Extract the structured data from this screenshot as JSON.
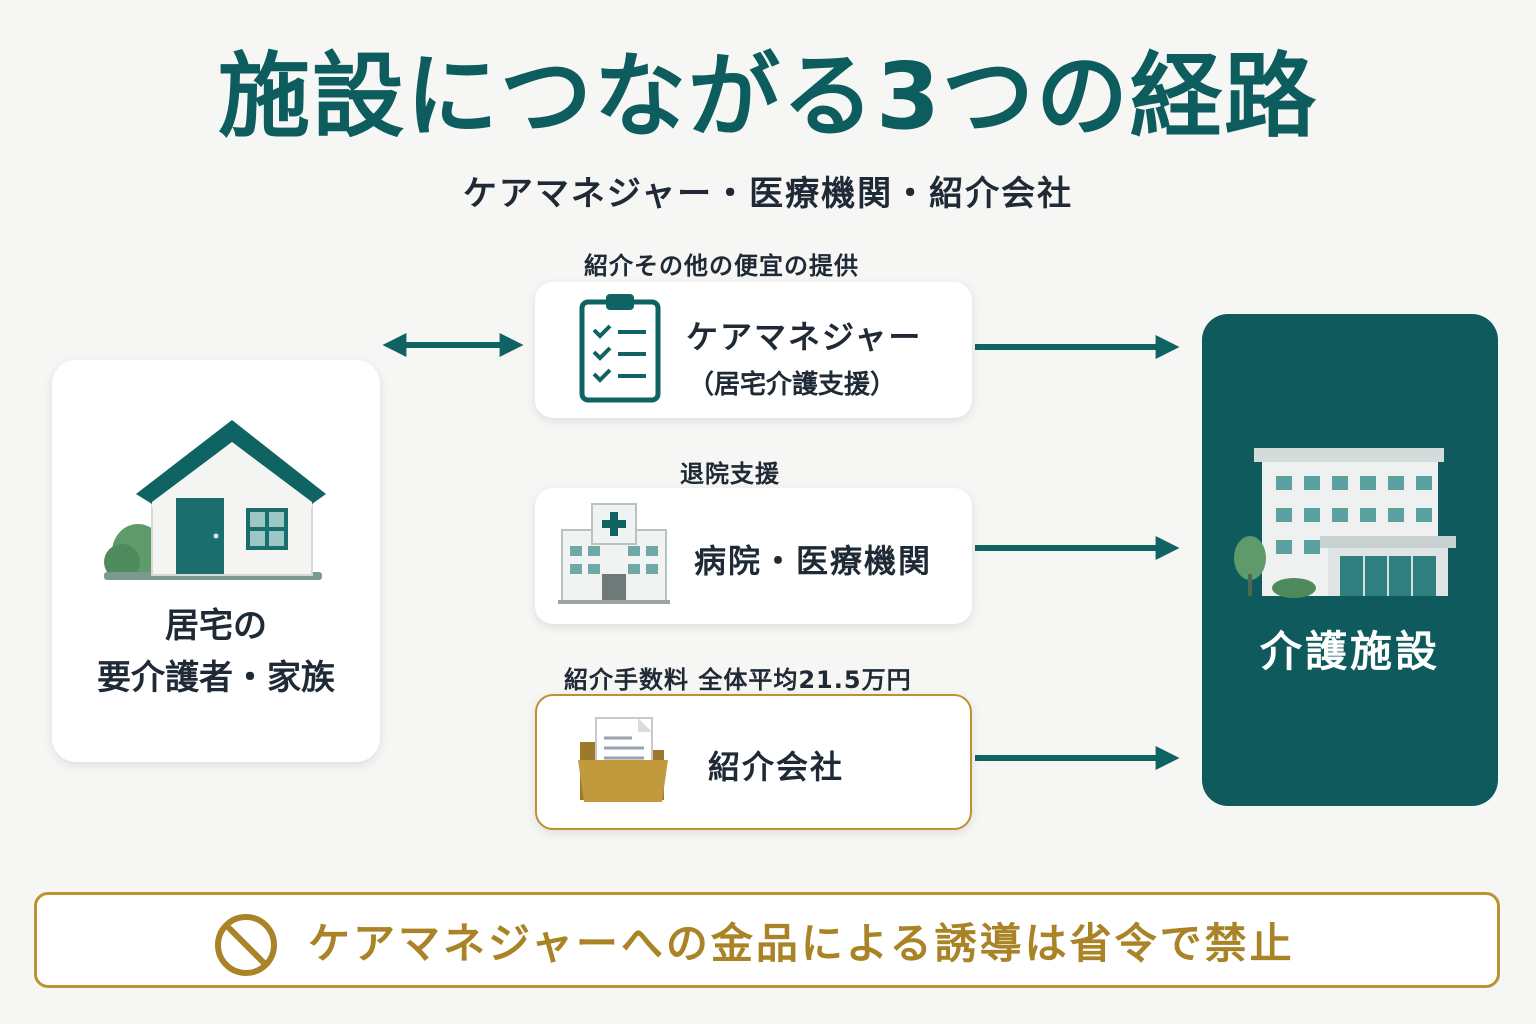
{
  "title": "施設につながる3つの経路",
  "subtitle": "ケアマネジャー・医療機関・紹介会社",
  "origin": {
    "line1": "居宅の",
    "line2": "要介護者・家族",
    "icon": "house-icon"
  },
  "routes": [
    {
      "label": "紹介その他の便宜の提供",
      "title": "ケアマネジャー",
      "sub": "（居宅介護支援）",
      "icon": "clipboard-checklist-icon"
    },
    {
      "label": "退院支援",
      "title": "病院・医療機関",
      "icon": "hospital-icon"
    },
    {
      "label": "紹介手数料 全体平均21.5万円",
      "title": "紹介会社",
      "icon": "folder-icon"
    }
  ],
  "destination": {
    "label": "介護施設",
    "icon": "facility-building-icon"
  },
  "warning": {
    "text": "ケアマネジャーへの金品による誘導は省令で禁止",
    "icon": "prohibition-icon"
  },
  "colors": {
    "teal": "#0f5a5d",
    "gold": "#b8932f",
    "text": "#1f2a36"
  }
}
